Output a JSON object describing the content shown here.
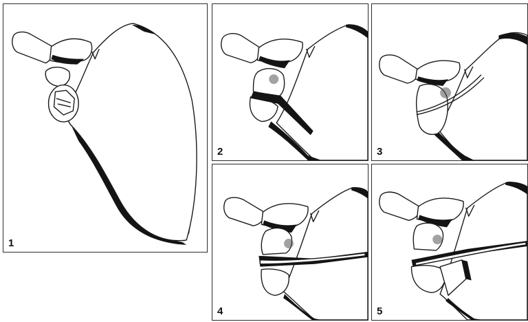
{
  "figure": {
    "panels": [
      {
        "id": "p1",
        "label": "1"
      },
      {
        "id": "p2",
        "label": "2"
      },
      {
        "id": "p3",
        "label": "3"
      },
      {
        "id": "p4",
        "label": "4"
      },
      {
        "id": "p5",
        "label": "5"
      }
    ]
  },
  "colors": {
    "ink": "#1a1a1a",
    "shadow": "#141414",
    "paper": "#ffffff",
    "frame": "#2a2a2a"
  }
}
